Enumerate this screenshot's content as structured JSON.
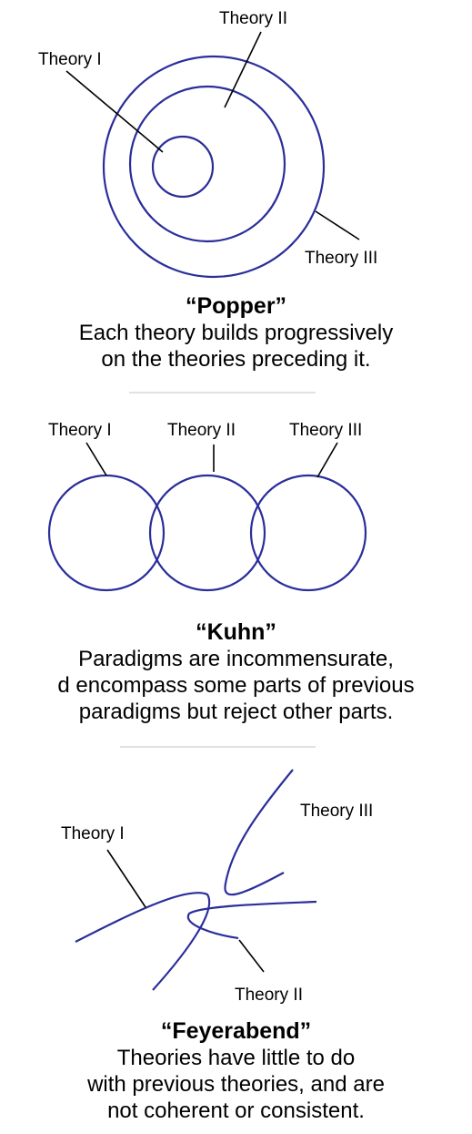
{
  "popper": {
    "labels": {
      "theory1": "Theory I",
      "theory2": "Theory II",
      "theory3": "Theory III"
    },
    "title": "“Popper”",
    "lines": [
      "Each theory builds progressively",
      "on the theories preceding it."
    ]
  },
  "kuhn": {
    "labels": {
      "theory1": "Theory I",
      "theory2": "Theory II",
      "theory3": "Theory III"
    },
    "title": "“Kuhn”",
    "lines": [
      "Paradigms are incommensurate,",
      "d encompass some parts of previous",
      "paradigms but reject other parts."
    ]
  },
  "feyerabend": {
    "labels": {
      "theory1": "Theory I",
      "theory2": "Theory II",
      "theory3": "Theory III"
    },
    "title": "“Feyerabend”",
    "lines": [
      "Theories have little to do",
      "with previous theories, and are",
      "not coherent or consistent."
    ]
  },
  "colors": {
    "shape": "#2b2e9a",
    "leader": "#000000",
    "divider": "#cfcfcf"
  }
}
